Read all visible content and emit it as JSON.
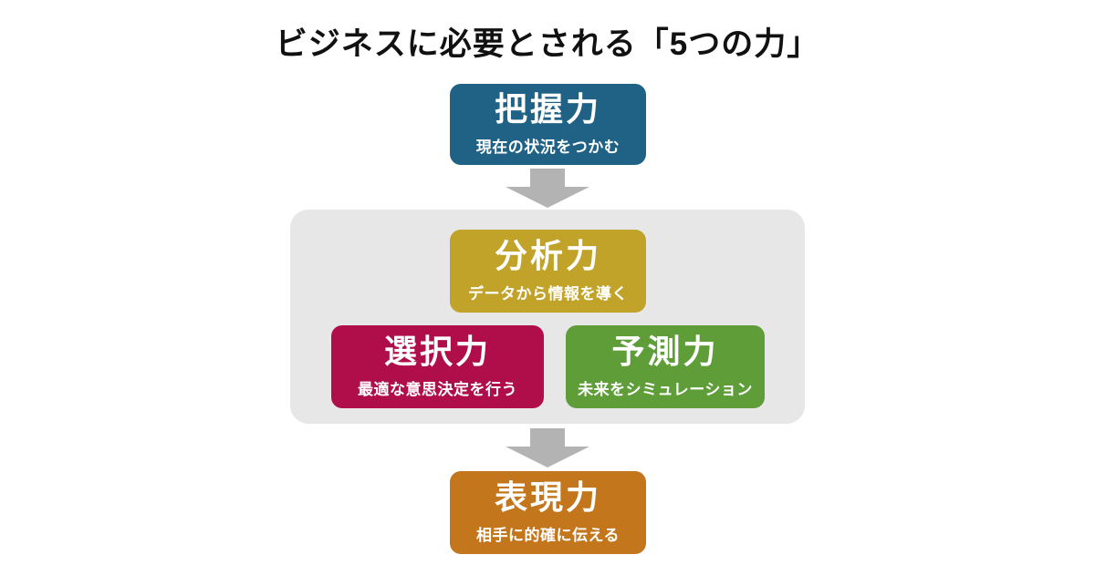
{
  "title": "ビジネスに必要とされる「5つの力」",
  "colors": {
    "blue": "#1f6286",
    "gold": "#c2a32a",
    "crimson": "#b00d4b",
    "green": "#5e9d38",
    "orange": "#c3761b",
    "panel": "#e7e7e8",
    "arrow": "#b3b3b3",
    "title-text": "#111111"
  },
  "nodes": {
    "grasp": {
      "label": "把握力",
      "desc": "現在の状況をつかむ"
    },
    "analysis": {
      "label": "分析力",
      "desc": "データから情報を導く"
    },
    "selection": {
      "label": "選択力",
      "desc": "最適な意思決定を行う"
    },
    "prediction": {
      "label": "予測力",
      "desc": "未来をシミュレーション"
    },
    "expression": {
      "label": "表現力",
      "desc": "相手に的確に伝える"
    }
  }
}
